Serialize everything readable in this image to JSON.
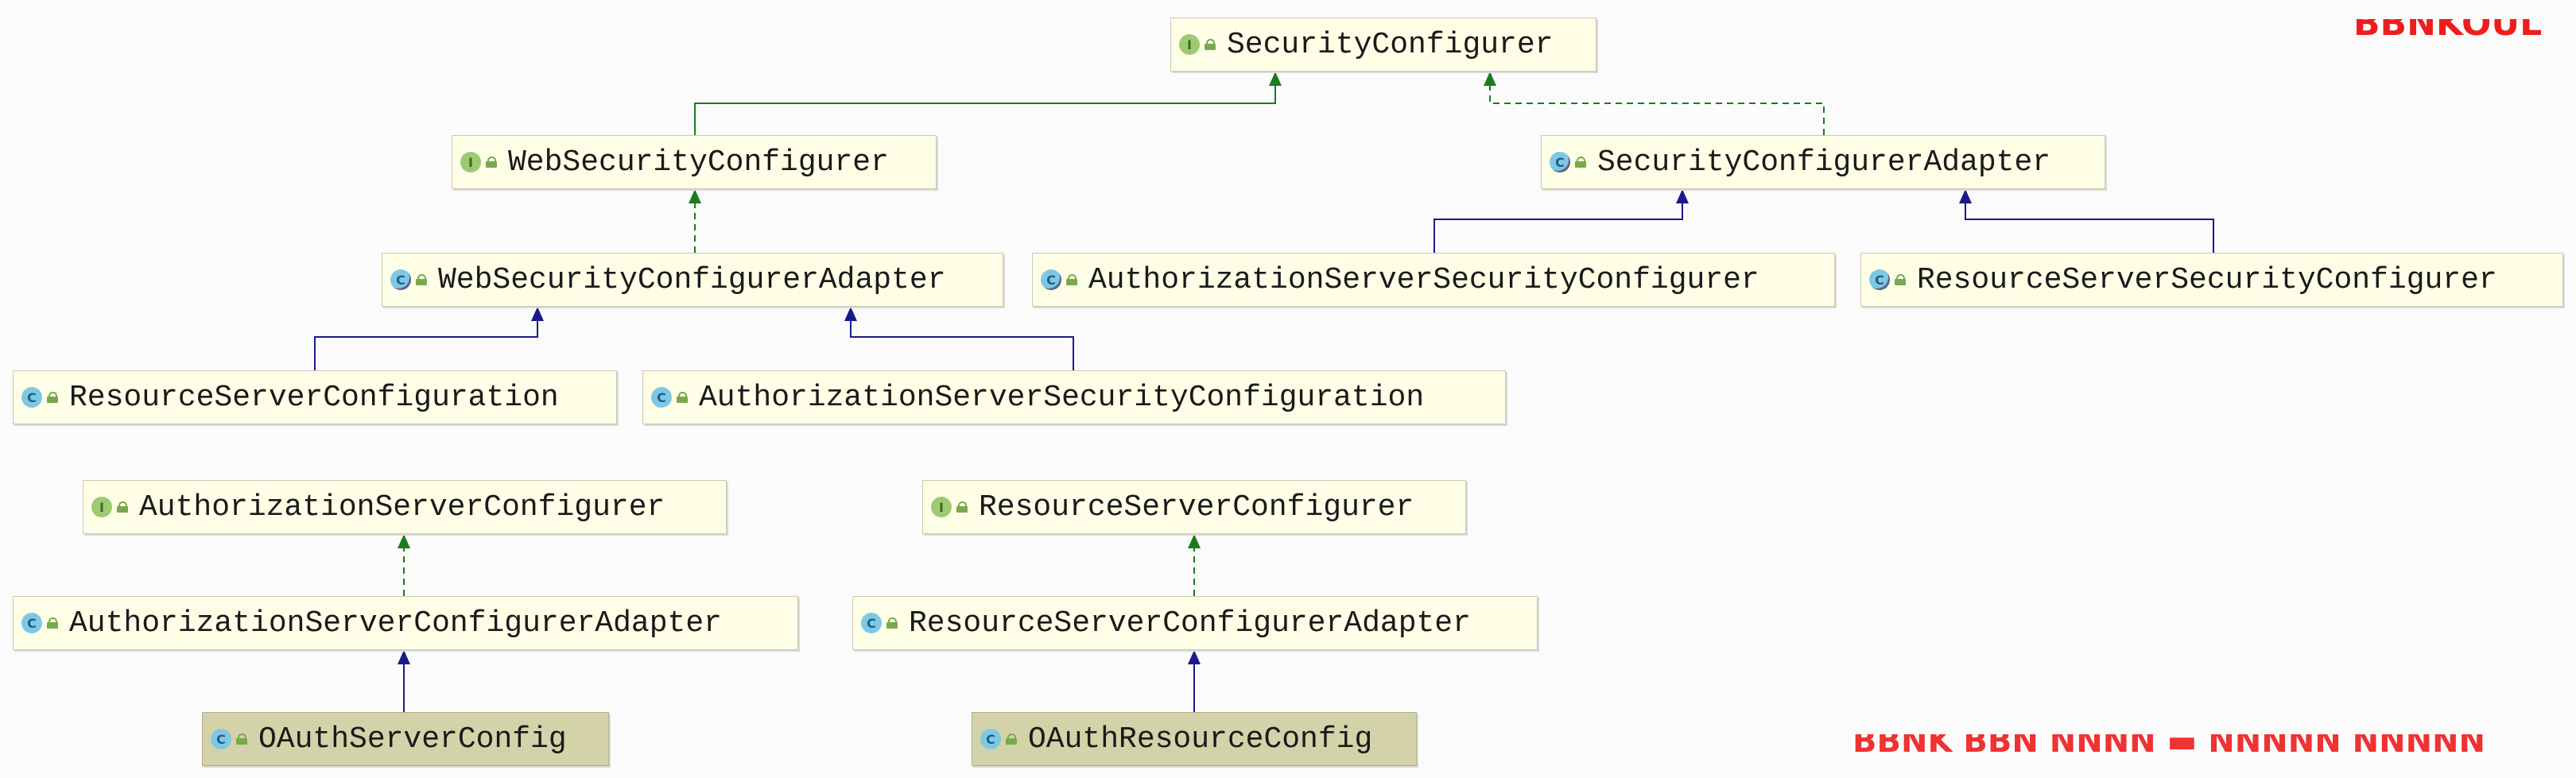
{
  "colors": {
    "background": "#fcfbfc",
    "node_fill": "#fefee6",
    "node_selected_fill": "#d4d2a9",
    "node_border": "#c9c9b2",
    "implements_edge": "#1d7a1d",
    "extends_edge": "#1a1a8a",
    "interface_badge": "#9dca72",
    "class_badge": "#7ec8e6",
    "watermark": "#ee1d1d"
  },
  "nodes": [
    {
      "id": "security-configurer",
      "label": "SecurityConfigurer",
      "kind": "I",
      "abstract": false,
      "selected": false
    },
    {
      "id": "web-security-configurer",
      "label": "WebSecurityConfigurer",
      "kind": "I",
      "abstract": false,
      "selected": false
    },
    {
      "id": "security-configurer-adapter",
      "label": "SecurityConfigurerAdapter",
      "kind": "C",
      "abstract": true,
      "selected": false
    },
    {
      "id": "web-security-configurer-adapter",
      "label": "WebSecurityConfigurerAdapter",
      "kind": "C",
      "abstract": true,
      "selected": false
    },
    {
      "id": "authorization-server-security-configurer",
      "label": "AuthorizationServerSecurityConfigurer",
      "kind": "C",
      "abstract": true,
      "selected": false
    },
    {
      "id": "resource-server-security-configurer",
      "label": "ResourceServerSecurityConfigurer",
      "kind": "C",
      "abstract": true,
      "selected": false
    },
    {
      "id": "resource-server-configuration",
      "label": "ResourceServerConfiguration",
      "kind": "C",
      "abstract": false,
      "selected": false
    },
    {
      "id": "authorization-server-security-configuration",
      "label": "AuthorizationServerSecurityConfiguration",
      "kind": "C",
      "abstract": false,
      "selected": false
    },
    {
      "id": "authorization-server-configurer",
      "label": "AuthorizationServerConfigurer",
      "kind": "I",
      "abstract": false,
      "selected": false
    },
    {
      "id": "resource-server-configurer",
      "label": "ResourceServerConfigurer",
      "kind": "I",
      "abstract": false,
      "selected": false
    },
    {
      "id": "authorization-server-configurer-adapter",
      "label": "AuthorizationServerConfigurerAdapter",
      "kind": "C",
      "abstract": false,
      "selected": false
    },
    {
      "id": "resource-server-configurer-adapter",
      "label": "ResourceServerConfigurerAdapter",
      "kind": "C",
      "abstract": false,
      "selected": false
    },
    {
      "id": "oauth-server-config",
      "label": "OAuthServerConfig",
      "kind": "C",
      "abstract": false,
      "selected": true
    },
    {
      "id": "oauth-resource-config",
      "label": "OAuthResourceConfig",
      "kind": "C",
      "abstract": false,
      "selected": true
    }
  ],
  "edges": [
    {
      "from": "web-security-configurer",
      "to": "security-configurer",
      "type": "extends-interface"
    },
    {
      "from": "security-configurer-adapter",
      "to": "security-configurer",
      "type": "implements"
    },
    {
      "from": "web-security-configurer-adapter",
      "to": "web-security-configurer",
      "type": "implements"
    },
    {
      "from": "authorization-server-security-configurer",
      "to": "security-configurer-adapter",
      "type": "extends"
    },
    {
      "from": "resource-server-security-configurer",
      "to": "security-configurer-adapter",
      "type": "extends"
    },
    {
      "from": "resource-server-configuration",
      "to": "web-security-configurer-adapter",
      "type": "extends"
    },
    {
      "from": "authorization-server-security-configuration",
      "to": "web-security-configurer-adapter",
      "type": "extends"
    },
    {
      "from": "authorization-server-configurer-adapter",
      "to": "authorization-server-configurer",
      "type": "implements"
    },
    {
      "from": "resource-server-configurer-adapter",
      "to": "resource-server-configurer",
      "type": "implements"
    },
    {
      "from": "oauth-server-config",
      "to": "authorization-server-configurer-adapter",
      "type": "extends"
    },
    {
      "from": "oauth-resource-config",
      "to": "resource-server-configurer-adapter",
      "type": "extends"
    }
  ],
  "watermarks": [
    {
      "id": "top-right",
      "text": "BBNKOUL"
    },
    {
      "id": "bottom-right",
      "text": "BBNK BBN NNNN ▬ NNNNN NNNNN"
    }
  ]
}
